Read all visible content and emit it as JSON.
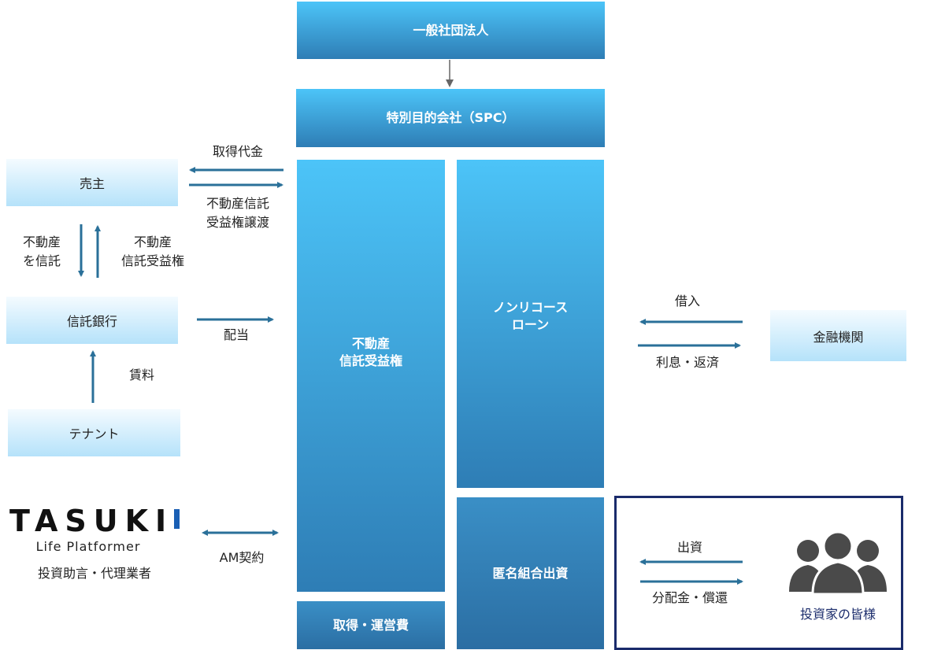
{
  "boxes": {
    "association": "一般社団法人",
    "spc": "特別目的会社（SPC）",
    "trust_beneficiary": "不動産\n信託受益権",
    "acquisition_cost": "取得・運営費",
    "nonrecourse_loan": "ノンリコース\nローン",
    "tk_investment": "匿名組合出資",
    "seller": "売主",
    "trust_bank": "信託銀行",
    "tenant": "テナント",
    "financial_institution": "金融機関"
  },
  "labels": {
    "purchase_price": "取得代金",
    "transfer": "不動産信託\n受益権譲渡",
    "entrust": "不動産\nを信託",
    "trust_right": "不動産\n信託受益権",
    "dividend": "配当",
    "rent": "賃料",
    "am_contract": "AM契約",
    "borrowing": "借入",
    "interest": "利息・返済",
    "investment": "出資",
    "distribution": "分配金・償還"
  },
  "logo": {
    "name": "TASUKI",
    "tagline": "Life Platformer",
    "role": "投資助言・代理業者"
  },
  "investors": {
    "label": "投資家の皆様"
  },
  "colors": {
    "arrow": "#2a7099",
    "navy": "#1a2b6b"
  }
}
